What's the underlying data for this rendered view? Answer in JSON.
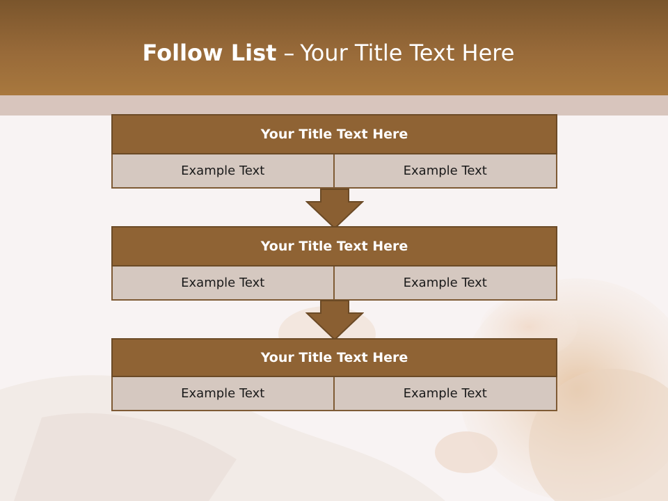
{
  "slide": {
    "title_bold": "Follow List",
    "title_dash": "–",
    "title_rest": "Your Title Text Here"
  },
  "blocks": [
    {
      "title": "Your Title Text Here",
      "cells": [
        "Example Text",
        "Example Text"
      ]
    },
    {
      "title": "Your Title Text Here",
      "cells": [
        "Example Text",
        "Example Text"
      ]
    },
    {
      "title": "Your Title Text Here",
      "cells": [
        "Example Text",
        "Example Text"
      ]
    }
  ],
  "colors": {
    "header": "#a8783e",
    "block_title": "#8f6334",
    "cell": "#d5c8c0",
    "arrow": "#8a5f32"
  }
}
